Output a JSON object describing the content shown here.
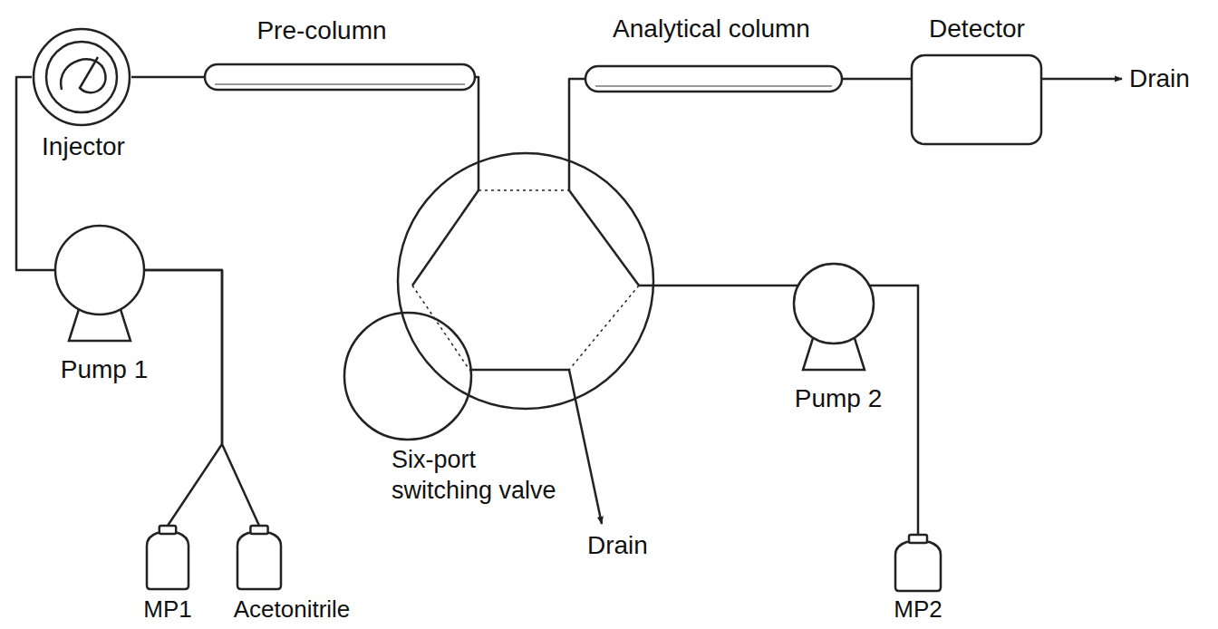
{
  "diagram": {
    "nodes": [
      {
        "text": [
          "Injector"
        ]
      },
      {
        "text": [
          "Pre-column"
        ]
      },
      {
        "text": [
          "Analytical column"
        ]
      },
      {
        "text": [
          "Detector"
        ]
      },
      {
        "text": [
          "Pump 1"
        ]
      },
      {
        "text": [
          "MP1"
        ]
      },
      {
        "text": [
          "Acetonitrile"
        ]
      },
      {
        "text": [
          "Six-port switching valve"
        ]
      },
      {
        "text": [
          "Pump 2"
        ]
      },
      {
        "text": [
          "MP2"
        ]
      }
    ],
    "edges": [
      {
        "from": 5,
        "to": 4,
        "arrow": "none"
      },
      {
        "from": 6,
        "to": 4,
        "arrow": "none"
      },
      {
        "from": 4,
        "to": 0,
        "arrow": "none"
      },
      {
        "from": 0,
        "to": 1,
        "arrow": "none"
      },
      {
        "from": 1,
        "to": 7,
        "arrow": "none"
      },
      {
        "from": 7,
        "to": 2,
        "arrow": "none"
      },
      {
        "from": 2,
        "to": 3,
        "arrow": "none"
      },
      {
        "from": 9,
        "to": 8,
        "arrow": "none"
      },
      {
        "from": 8,
        "to": 7,
        "arrow": "none"
      }
    ],
    "labels": [
      "Drain",
      "Drain"
    ]
  }
}
